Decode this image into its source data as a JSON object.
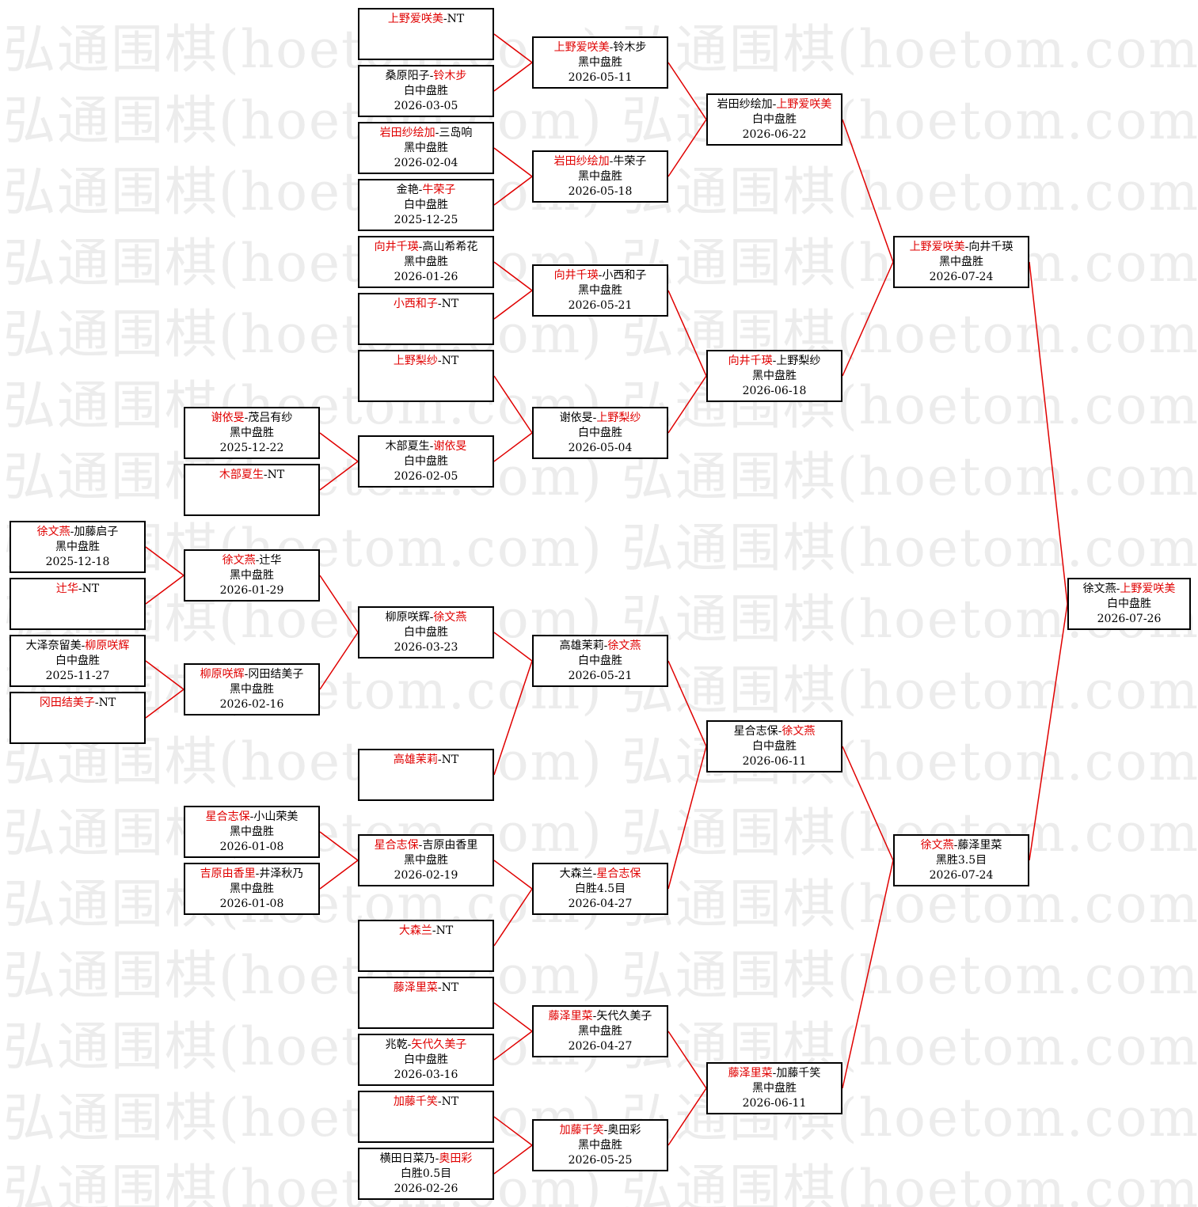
{
  "watermark": "弘通围棋(hoetom.com)",
  "colors": {
    "winner": "#e00000",
    "line": "#e00000",
    "border": "#000000",
    "text": "#000000"
  },
  "matches": [
    {
      "id": "r4-1",
      "p1": "上野爱咲美",
      "p2": "NT",
      "winner": 1,
      "result": "",
      "date": ""
    },
    {
      "id": "r4-2",
      "p1": "桑原阳子",
      "p2": "铃木步",
      "winner": 2,
      "result": "白中盘胜",
      "date": "2026-03-05"
    },
    {
      "id": "r4-3",
      "p1": "岩田纱绘加",
      "p2": "三岛响",
      "winner": 1,
      "result": "黑中盘胜",
      "date": "2026-02-04"
    },
    {
      "id": "r4-4",
      "p1": "金艳",
      "p2": "牛荣子",
      "winner": 2,
      "result": "白中盘胜",
      "date": "2025-12-25"
    },
    {
      "id": "r4-5",
      "p1": "向井千瑛",
      "p2": "高山希希花",
      "winner": 1,
      "result": "黑中盘胜",
      "date": "2026-01-26"
    },
    {
      "id": "r4-6",
      "p1": "小西和子",
      "p2": "NT",
      "winner": 1,
      "result": "",
      "date": ""
    },
    {
      "id": "r4-7",
      "p1": "上野梨纱",
      "p2": "NT",
      "winner": 1,
      "result": "",
      "date": ""
    },
    {
      "id": "r4-8",
      "p1": "木部夏生",
      "p2": "谢依旻",
      "winner": 2,
      "result": "白中盘胜",
      "date": "2026-02-05"
    },
    {
      "id": "r4-9",
      "p1": "柳原咲辉",
      "p2": "徐文燕",
      "winner": 2,
      "result": "白中盘胜",
      "date": "2026-03-23"
    },
    {
      "id": "r4-10",
      "p1": "高雄茉莉",
      "p2": "NT",
      "winner": 1,
      "result": "",
      "date": ""
    },
    {
      "id": "r4-11",
      "p1": "星合志保",
      "p2": "吉原由香里",
      "winner": 1,
      "result": "黑中盘胜",
      "date": "2026-02-19"
    },
    {
      "id": "r4-12",
      "p1": "大森兰",
      "p2": "NT",
      "winner": 1,
      "result": "",
      "date": ""
    },
    {
      "id": "r4-13",
      "p1": "藤泽里菜",
      "p2": "NT",
      "winner": 1,
      "result": "",
      "date": ""
    },
    {
      "id": "r4-14",
      "p1": "兆乾",
      "p2": "矢代久美子",
      "winner": 2,
      "result": "白中盘胜",
      "date": "2026-03-16"
    },
    {
      "id": "r4-15",
      "p1": "加藤千笑",
      "p2": "NT",
      "winner": 1,
      "result": "",
      "date": ""
    },
    {
      "id": "r4-16",
      "p1": "横田日菜乃",
      "p2": "奥田彩",
      "winner": 2,
      "result": "白胜0.5目",
      "date": "2026-02-26"
    },
    {
      "id": "r3-1",
      "p1": "谢依旻",
      "p2": "茂吕有纱",
      "winner": 1,
      "result": "黑中盘胜",
      "date": "2025-12-22"
    },
    {
      "id": "r3-2",
      "p1": "木部夏生",
      "p2": "NT",
      "winner": 1,
      "result": "",
      "date": ""
    },
    {
      "id": "r3-3",
      "p1": "徐文燕",
      "p2": "辻华",
      "winner": 1,
      "result": "黑中盘胜",
      "date": "2026-01-29"
    },
    {
      "id": "r3-4",
      "p1": "柳原咲辉",
      "p2": "冈田结美子",
      "winner": 1,
      "result": "黑中盘胜",
      "date": "2026-02-16"
    },
    {
      "id": "r3-5",
      "p1": "星合志保",
      "p2": "小山荣美",
      "winner": 1,
      "result": "黑中盘胜",
      "date": "2026-01-08"
    },
    {
      "id": "r3-6",
      "p1": "吉原由香里",
      "p2": "井泽秋乃",
      "winner": 1,
      "result": "黑中盘胜",
      "date": "2026-01-08"
    },
    {
      "id": "r2-1",
      "p1": "徐文燕",
      "p2": "加藤启子",
      "winner": 1,
      "result": "黑中盘胜",
      "date": "2025-12-18"
    },
    {
      "id": "r2-2",
      "p1": "辻华",
      "p2": "NT",
      "winner": 1,
      "result": "",
      "date": ""
    },
    {
      "id": "r2-3",
      "p1": "大泽奈留美",
      "p2": "柳原咲辉",
      "winner": 2,
      "result": "白中盘胜",
      "date": "2025-11-27"
    },
    {
      "id": "r2-4",
      "p1": "冈田结美子",
      "p2": "NT",
      "winner": 1,
      "result": "",
      "date": ""
    },
    {
      "id": "r5-1",
      "p1": "上野爱咲美",
      "p2": "铃木步",
      "winner": 1,
      "result": "黑中盘胜",
      "date": "2026-05-11"
    },
    {
      "id": "r5-2",
      "p1": "岩田纱绘加",
      "p2": "牛荣子",
      "winner": 1,
      "result": "黑中盘胜",
      "date": "2026-05-18"
    },
    {
      "id": "r5-3",
      "p1": "向井千瑛",
      "p2": "小西和子",
      "winner": 1,
      "result": "黑中盘胜",
      "date": "2026-05-21"
    },
    {
      "id": "r5-4",
      "p1": "谢依旻",
      "p2": "上野梨纱",
      "winner": 2,
      "result": "白中盘胜",
      "date": "2026-05-04"
    },
    {
      "id": "r5-5",
      "p1": "高雄茉莉",
      "p2": "徐文燕",
      "winner": 2,
      "result": "白中盘胜",
      "date": "2026-05-21"
    },
    {
      "id": "r5-6",
      "p1": "大森兰",
      "p2": "星合志保",
      "winner": 2,
      "result": "白胜4.5目",
      "date": "2026-04-27"
    },
    {
      "id": "r5-7",
      "p1": "藤泽里菜",
      "p2": "矢代久美子",
      "winner": 1,
      "result": "黑中盘胜",
      "date": "2026-04-27"
    },
    {
      "id": "r5-8",
      "p1": "加藤千笑",
      "p2": "奥田彩",
      "winner": 1,
      "result": "黑中盘胜",
      "date": "2026-05-25"
    },
    {
      "id": "r6-1",
      "p1": "岩田纱绘加",
      "p2": "上野爱咲美",
      "winner": 2,
      "result": "白中盘胜",
      "date": "2026-06-22"
    },
    {
      "id": "r6-2",
      "p1": "向井千瑛",
      "p2": "上野梨纱",
      "winner": 1,
      "result": "黑中盘胜",
      "date": "2026-06-18"
    },
    {
      "id": "r6-3",
      "p1": "星合志保",
      "p2": "徐文燕",
      "winner": 2,
      "result": "白中盘胜",
      "date": "2026-06-11"
    },
    {
      "id": "r6-4",
      "p1": "藤泽里菜",
      "p2": "加藤千笑",
      "winner": 1,
      "result": "黑中盘胜",
      "date": "2026-06-11"
    },
    {
      "id": "r7-1",
      "p1": "上野爱咲美",
      "p2": "向井千瑛",
      "winner": 1,
      "result": "黑中盘胜",
      "date": "2026-07-24"
    },
    {
      "id": "r7-2",
      "p1": "徐文燕",
      "p2": "藤泽里菜",
      "winner": 1,
      "result": "黑胜3.5目",
      "date": "2026-07-24"
    },
    {
      "id": "r8-1",
      "p1": "徐文燕",
      "p2": "上野爱咲美",
      "winner": 2,
      "result": "白中盘胜",
      "date": "2026-07-26"
    }
  ]
}
